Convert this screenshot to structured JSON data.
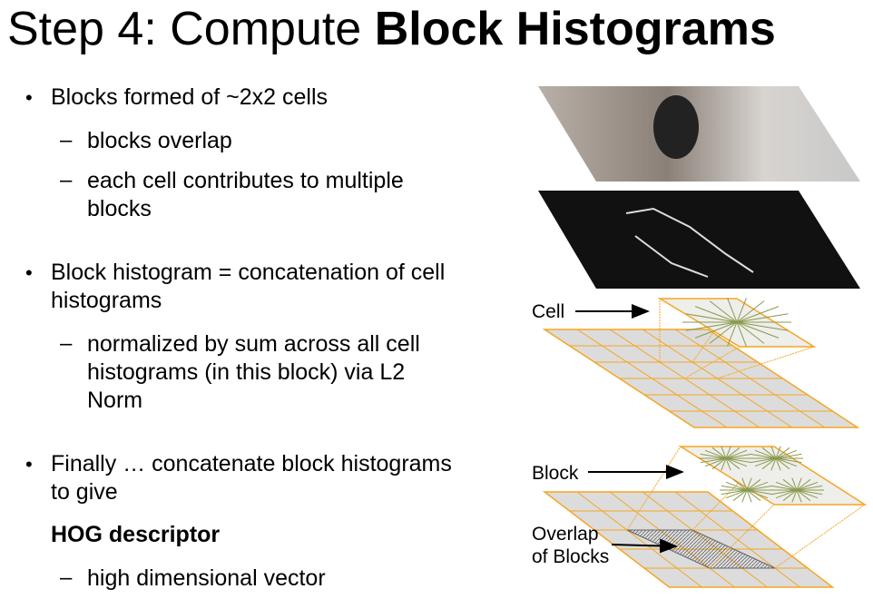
{
  "title": {
    "normal": "Step 4: Compute ",
    "bold": "Block Histograms"
  },
  "bullets": [
    {
      "text": "Blocks formed of ~2x2 cells",
      "subs": [
        "blocks overlap",
        "each cell contributes to multiple",
        "blocks"
      ]
    },
    {
      "text": "Block histogram = concatenation of cell",
      "text2": "histograms",
      "subs": [
        "normalized by sum across all cell",
        "histograms (in this block) via L2",
        "Norm"
      ]
    },
    {
      "text": "Finally … concatenate block histograms",
      "text2": "to give",
      "bold": "HOG descriptor",
      "subs": [
        "high dimensional vector"
      ]
    }
  ],
  "figure": {
    "cell_label": "Cell",
    "block_label": "Block",
    "overlap_label_1": "Overlap",
    "overlap_label_2": "of Blocks"
  },
  "colors": {
    "grid": "#f5a623",
    "grid_fill": "#dcdcdc",
    "histogram": "#8a9a50"
  }
}
